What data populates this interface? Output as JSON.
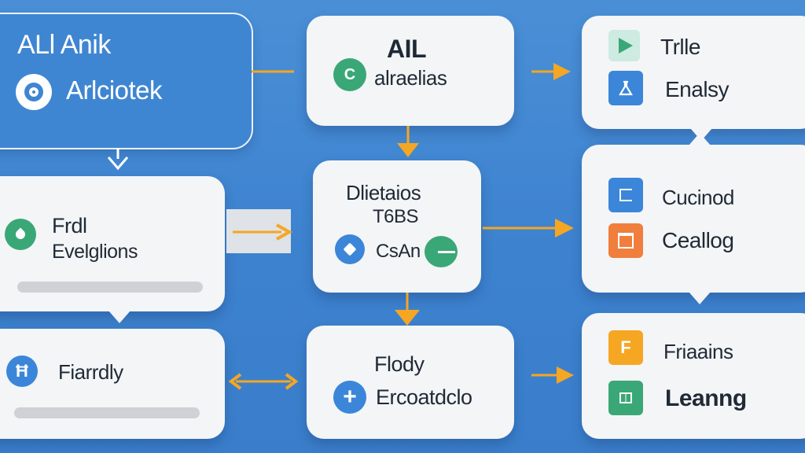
{
  "nodes": {
    "n1": {
      "title": "ALl Anik",
      "line1": "Arlciotek"
    },
    "n2": {
      "title": "AIL",
      "line1": "alraelias",
      "icon_glyph": "C"
    },
    "n3": {
      "line1": "Trlle",
      "line2": "Enalsy"
    },
    "n4": {
      "line1": "Frdl",
      "line2": "Evelglions"
    },
    "n5": {
      "line1": "Dlietaios",
      "line2": "T6BS",
      "line3": "CsAn"
    },
    "n6": {
      "line1": "Cucinod",
      "line2": "Ceallog"
    },
    "n7": {
      "line1": "Fiarrdly",
      "icon_glyph": "Ħ"
    },
    "n8": {
      "line1": "Flody",
      "line2": "Ercoatdclo",
      "icon_glyph": "+"
    },
    "n9": {
      "line1": "Friaains",
      "line2": "Leanng"
    }
  },
  "colors": {
    "background": "#3f86d2",
    "card": "#f4f5f7",
    "arrow": "#f5a623",
    "green": "#3aa776",
    "blue": "#3b86d8",
    "orange": "#f07e3c",
    "amber": "#f5a623",
    "teal": "#cdebe0"
  },
  "icons": [
    "target-icon",
    "c-icon",
    "play-icon",
    "flask-icon",
    "leaf-icon",
    "tag-icon",
    "pill-icon",
    "h-icon",
    "plus-icon",
    "square-icon",
    "calendar-icon",
    "f-icon",
    "table-icon"
  ]
}
